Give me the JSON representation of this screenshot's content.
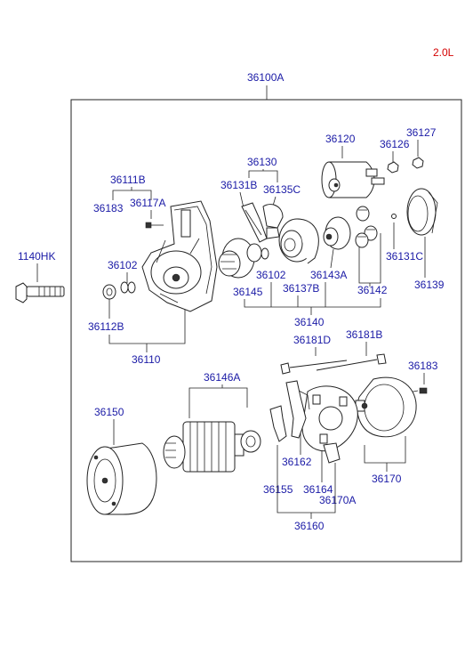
{
  "engine": "2.0L",
  "assembly": "36100A",
  "callouts": {
    "c1140HK": "1140HK",
    "c36111B": "36111B",
    "c36183_left": "36183",
    "c36117A": "36117A",
    "c36102_left": "36102",
    "c36112B": "36112B",
    "c36110": "36110",
    "c36130": "36130",
    "c36131B": "36131B",
    "c36135C": "36135C",
    "c36102_mid": "36102",
    "c36145": "36145",
    "c36137B": "36137B",
    "c36143A": "36143A",
    "c36140": "36140",
    "c36120": "36120",
    "c36126": "36126",
    "c36127": "36127",
    "c36131C": "36131C",
    "c36142": "36142",
    "c36139": "36139",
    "c36181D": "36181D",
    "c36181B": "36181B",
    "c36183_right": "36183",
    "c36146A": "36146A",
    "c36150": "36150",
    "c36162": "36162",
    "c36155": "36155",
    "c36164": "36164",
    "c36170A": "36170A",
    "c36170": "36170",
    "c36160": "36160"
  }
}
